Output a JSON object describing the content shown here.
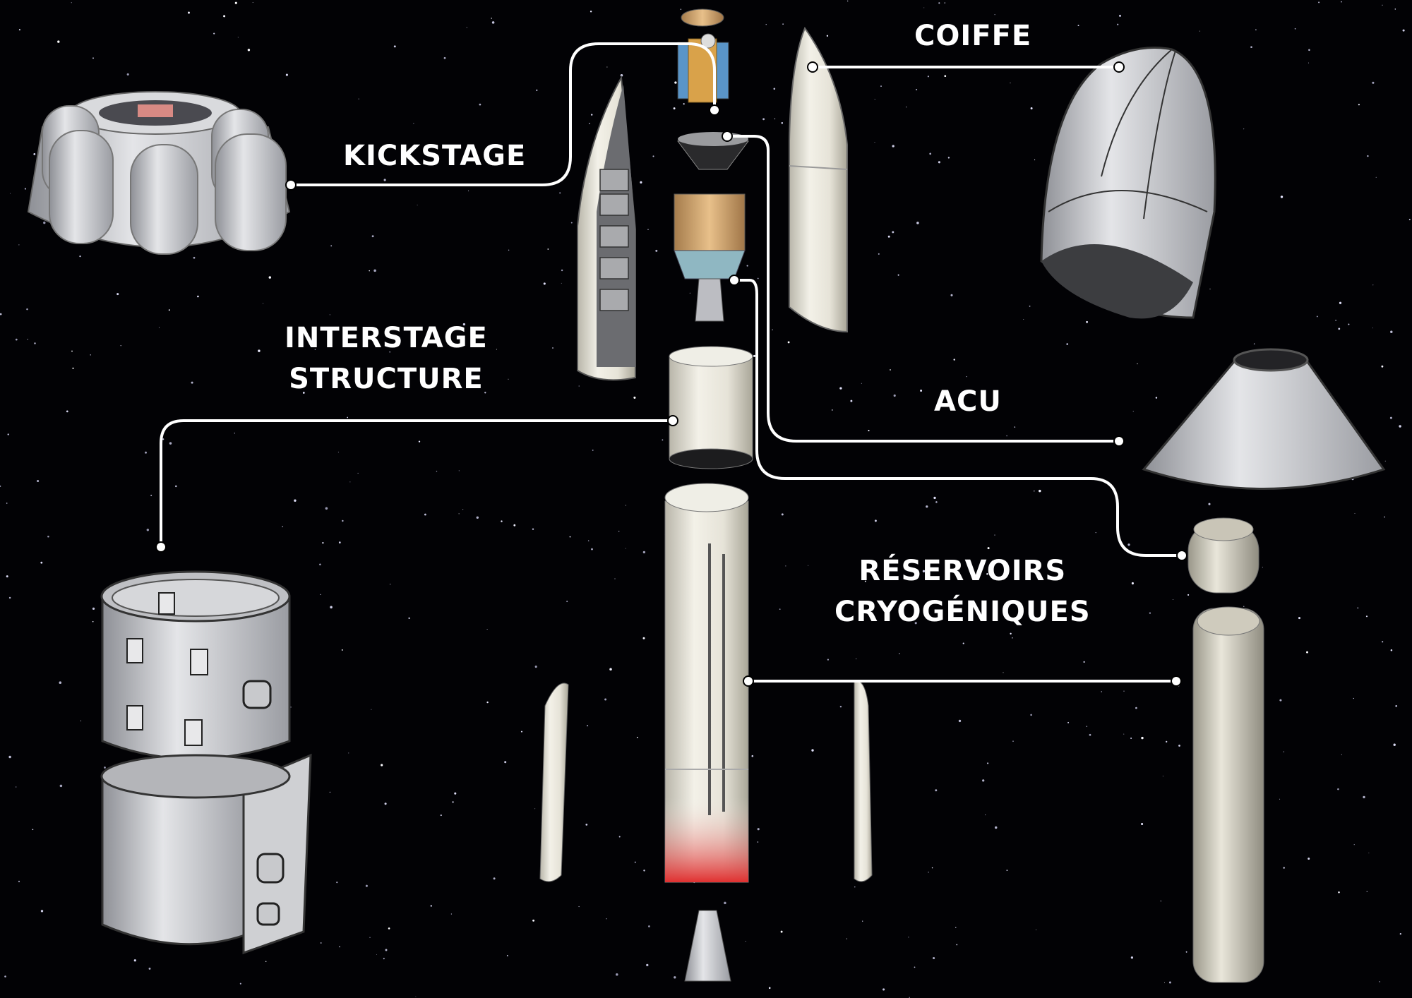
{
  "diagram": {
    "background": "#020205",
    "connector_color": "#ffffff",
    "labels": {
      "kickstage": "KICKSTAGE",
      "coiffe": "COIFFE",
      "acu": "ACU",
      "interstage": [
        "INTERSTAGE",
        "STRUCTURE"
      ],
      "reservoirs": [
        "RÉSERVOIRS",
        "CRYOGÉNIQUES"
      ]
    }
  }
}
